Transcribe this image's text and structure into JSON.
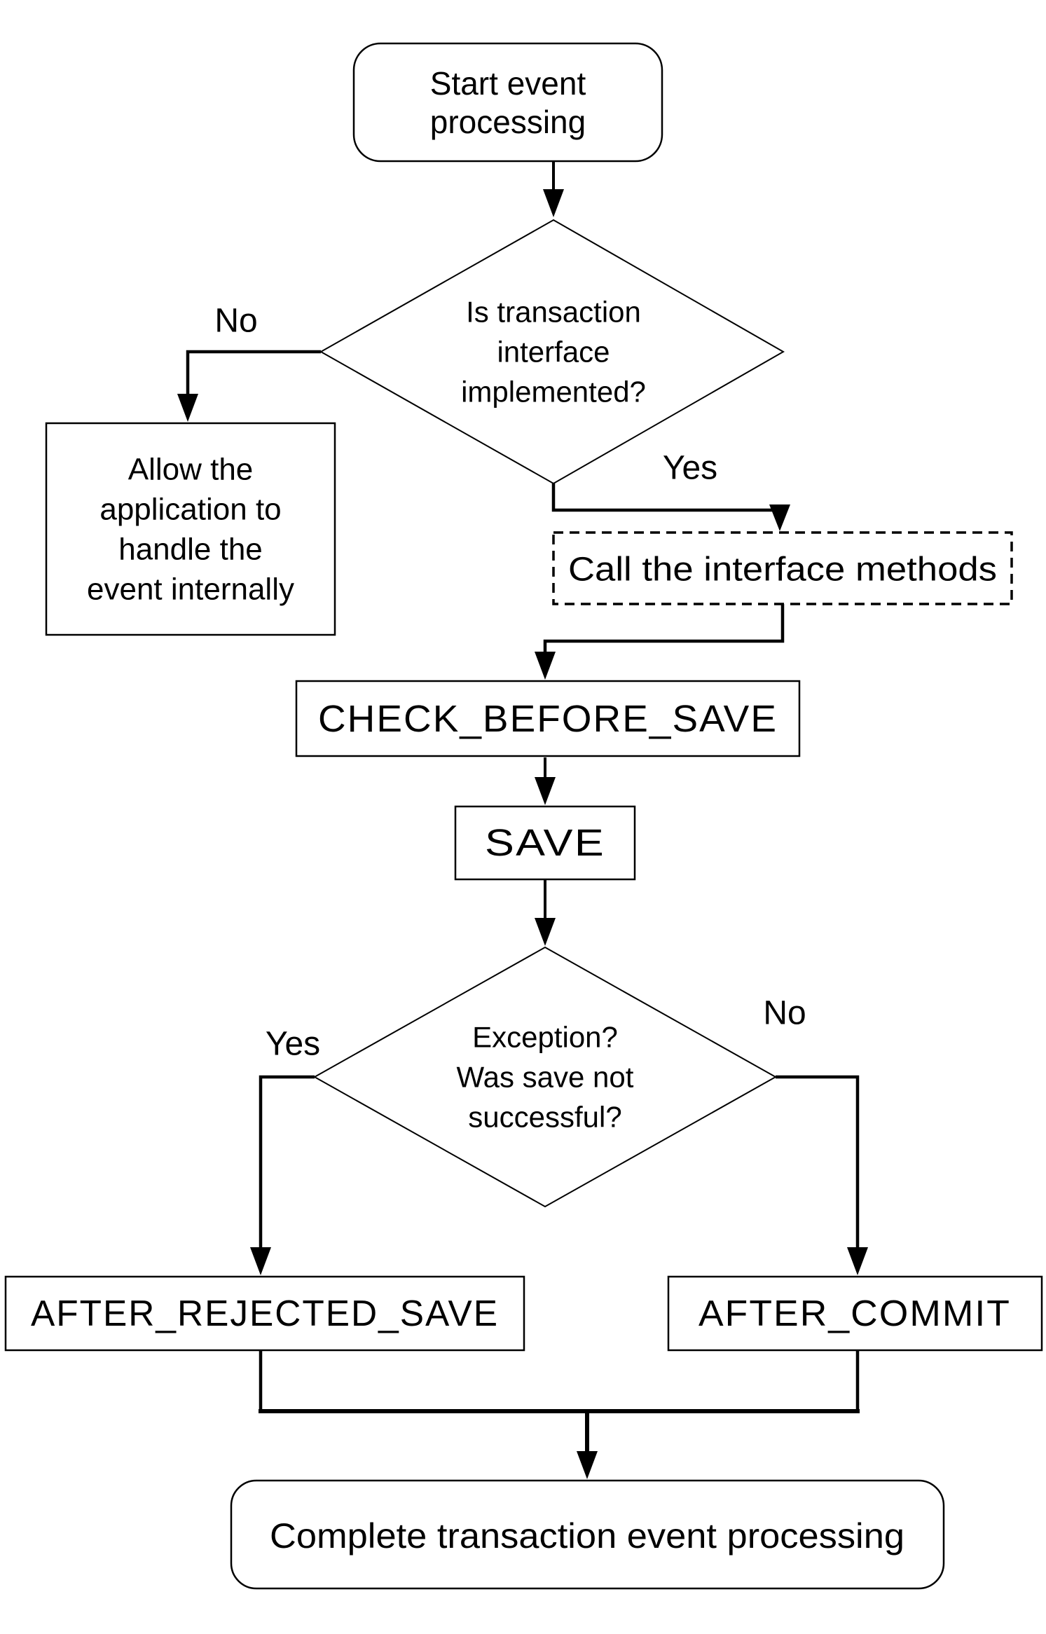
{
  "page": {
    "background_color": "#ffffff",
    "line_color": "#000000"
  },
  "nodes": {
    "start": {
      "type": "terminator",
      "lines": [
        "Start event",
        "processing"
      ]
    },
    "decision_transaction": {
      "type": "decision",
      "lines": [
        "Is transaction",
        "interface",
        "implemented?"
      ]
    },
    "allow_internal": {
      "type": "process",
      "lines": [
        "Allow the",
        "application to",
        "handle the",
        "event internally"
      ]
    },
    "call_interface": {
      "type": "process-dashed",
      "label": "Call the interface methods"
    },
    "check_before_save": {
      "type": "process",
      "label": "CHECK_BEFORE_SAVE"
    },
    "save": {
      "type": "process",
      "label": "SAVE"
    },
    "decision_exception": {
      "type": "decision",
      "lines": [
        "Exception?",
        "Was save not",
        "successful?"
      ]
    },
    "after_rejected_save": {
      "type": "process",
      "label": "AFTER_REJECTED_SAVE"
    },
    "after_commit": {
      "type": "process",
      "label": "AFTER_COMMIT"
    },
    "complete": {
      "type": "terminator",
      "label": "Complete transaction event processing"
    }
  },
  "edge_labels": {
    "transaction_no": "No",
    "transaction_yes": "Yes",
    "exception_yes": "Yes",
    "exception_no": "No"
  }
}
